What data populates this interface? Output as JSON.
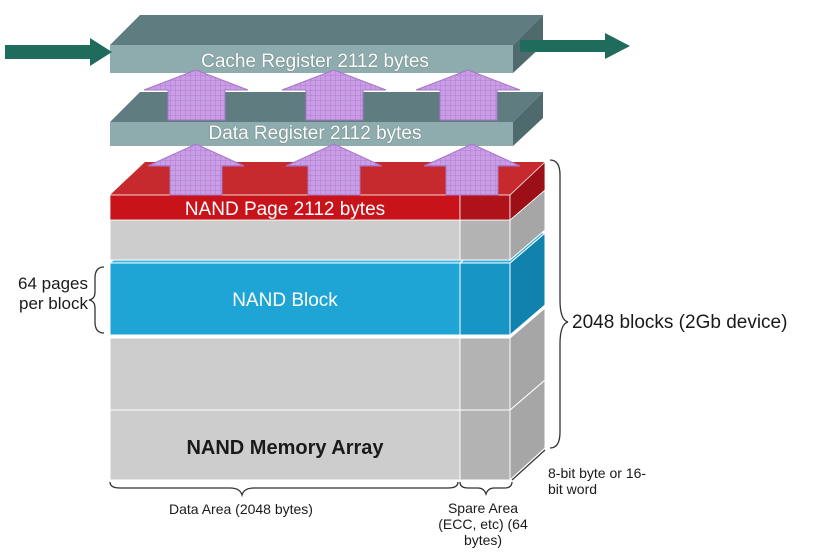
{
  "registers": {
    "cache": "Cache Register 2112 bytes",
    "data": "Data Register 2112 bytes"
  },
  "array": {
    "page": "NAND Page 2112 bytes",
    "block": "NAND Block",
    "memory": "NAND Memory Array"
  },
  "annotations": {
    "pages_per_block": "64 pages per block",
    "blocks": "2048 blocks (2Gb device)",
    "word_width": "8-bit byte or 16-bit word",
    "data_area": "Data Area (2048 bytes)",
    "spare_area": "Spare Area (ECC, etc) (64 bytes)"
  },
  "colors": {
    "register": "#7b9a9b",
    "page": "#c8131b",
    "block": "#1ea5d6",
    "array": "#c8c8c8",
    "transfer_arrow": "#c99ee6",
    "io_arrow": "#1f6b5c"
  }
}
